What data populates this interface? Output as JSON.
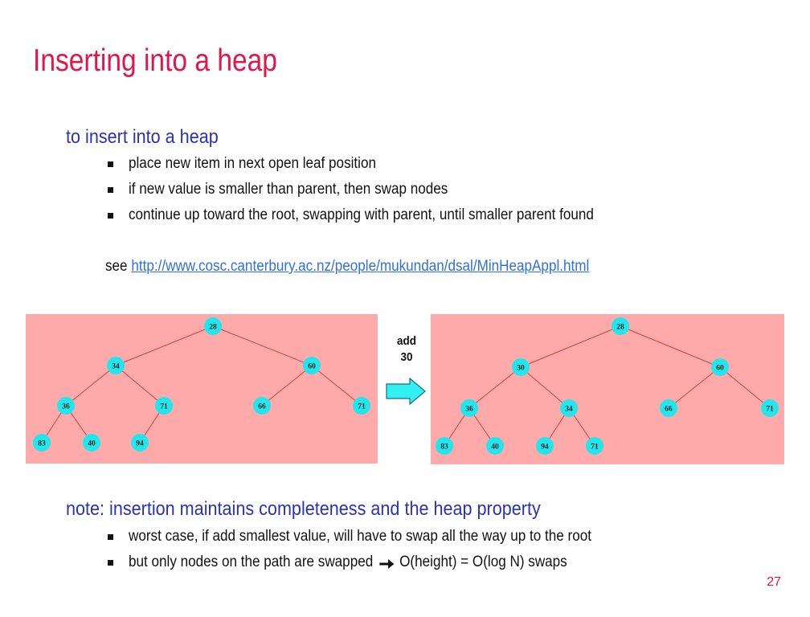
{
  "slide": {
    "title": "Inserting into a heap",
    "heading1": "to insert into a heap",
    "bullets1": [
      "place new item in next open leaf position",
      "if new value is smaller than parent, then swap nodes",
      "continue up toward the root, swapping with parent, until smaller parent found"
    ],
    "see_prefix": "see",
    "see_link": "http://www.cosc.canterbury.ac.nz/people/mukundan/dsal/MinHeapAppl.html",
    "add_label_line1": "add",
    "add_label_line2": "30",
    "heading2": "note: insertion maintains completeness and the heap property",
    "bullets2": [
      "worst case, if add smallest value, will have to swap all the way up to the root",
      "but only nodes on the path are swapped"
    ],
    "bullet2_suffix": "O(height) = O(log N) swaps",
    "page_number": "27"
  },
  "colors": {
    "title": "#e0174a",
    "heading": "#2a33b8",
    "panel_bg": "#ffaaaa",
    "node_fill": "#22e6ee",
    "edge": "#d24040",
    "arrow_fill": "#33f0f5"
  },
  "heap_before": [
    "28",
    "34",
    "60",
    "36",
    "71",
    "66",
    "71",
    "83",
    "40",
    "94"
  ],
  "heap_after": [
    "28",
    "30",
    "60",
    "36",
    "34",
    "66",
    "71",
    "83",
    "40",
    "94",
    "71"
  ]
}
